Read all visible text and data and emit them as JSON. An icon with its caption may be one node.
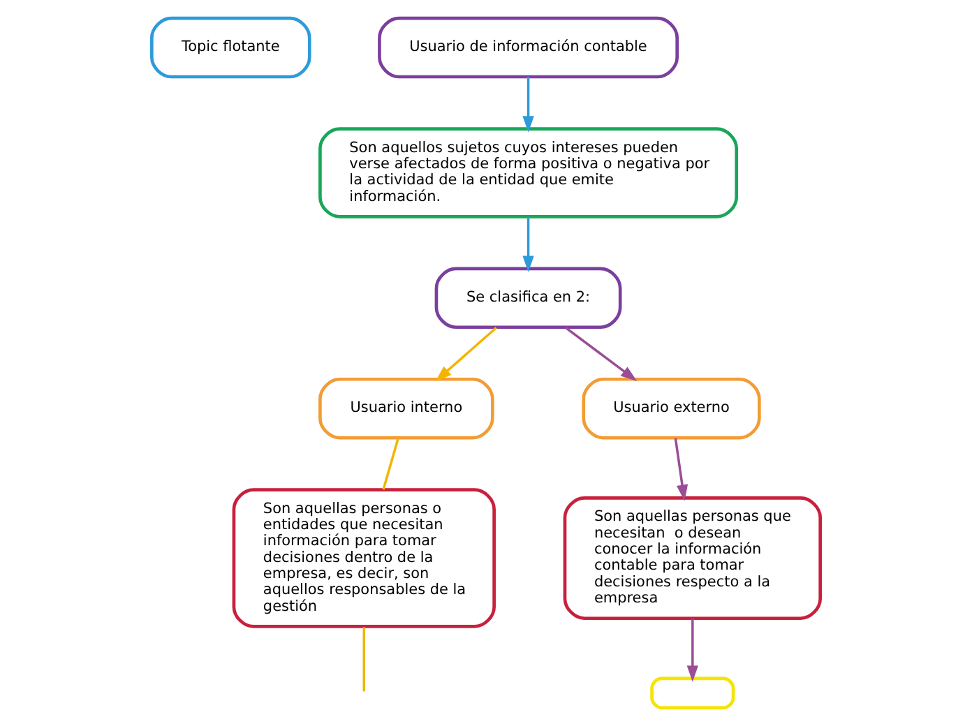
{
  "diagram": {
    "nodes": [
      {
        "text": [
          "Topic flotante"
        ]
      },
      {
        "text": [
          "Usuario de información contable"
        ]
      },
      {
        "text": [
          "Son aquellos sujetos cuyos intereses pueden verse afectados de forma positiva o negativa por la actividad de la entidad que emite información."
        ]
      },
      {
        "text": [
          "Se clasifica en 2:"
        ]
      },
      {
        "text": [
          "Usuario interno"
        ]
      },
      {
        "text": [
          "Son aquellas personas o entidades que necesitan información para tomar decisiones dentro de la empresa, es decir, son aquellos responsables de la gestión"
        ]
      },
      {
        "text": [
          "Usuario externo"
        ]
      },
      {
        "text": [
          "Son aquellas personas que necesitan  o desean conocer la información contable para tomar decisiones respecto a la empresa"
        ]
      },
      {
        "text": [],
        "shape": "box"
      }
    ],
    "edges": [
      {
        "from": 1,
        "to": 2,
        "arrow": "to",
        "color": "#2d9bdb"
      },
      {
        "from": 2,
        "to": 3,
        "arrow": "to",
        "color": "#2d9bdb"
      },
      {
        "from": 3,
        "to": 4,
        "arrow": "to",
        "color": "#f5b400"
      },
      {
        "from": 3,
        "to": 6,
        "arrow": "to",
        "color": "#9b4d96"
      },
      {
        "from": 4,
        "to": 5,
        "arrow": "none",
        "color": "#f5b400"
      },
      {
        "from": 6,
        "to": 7,
        "arrow": "to",
        "color": "#9b4d96"
      },
      {
        "from": 5,
        "to": null,
        "arrow": "none",
        "color": "#f5b400"
      },
      {
        "from": 7,
        "to": 8,
        "arrow": "to",
        "color": "#9b4d96"
      }
    ]
  }
}
